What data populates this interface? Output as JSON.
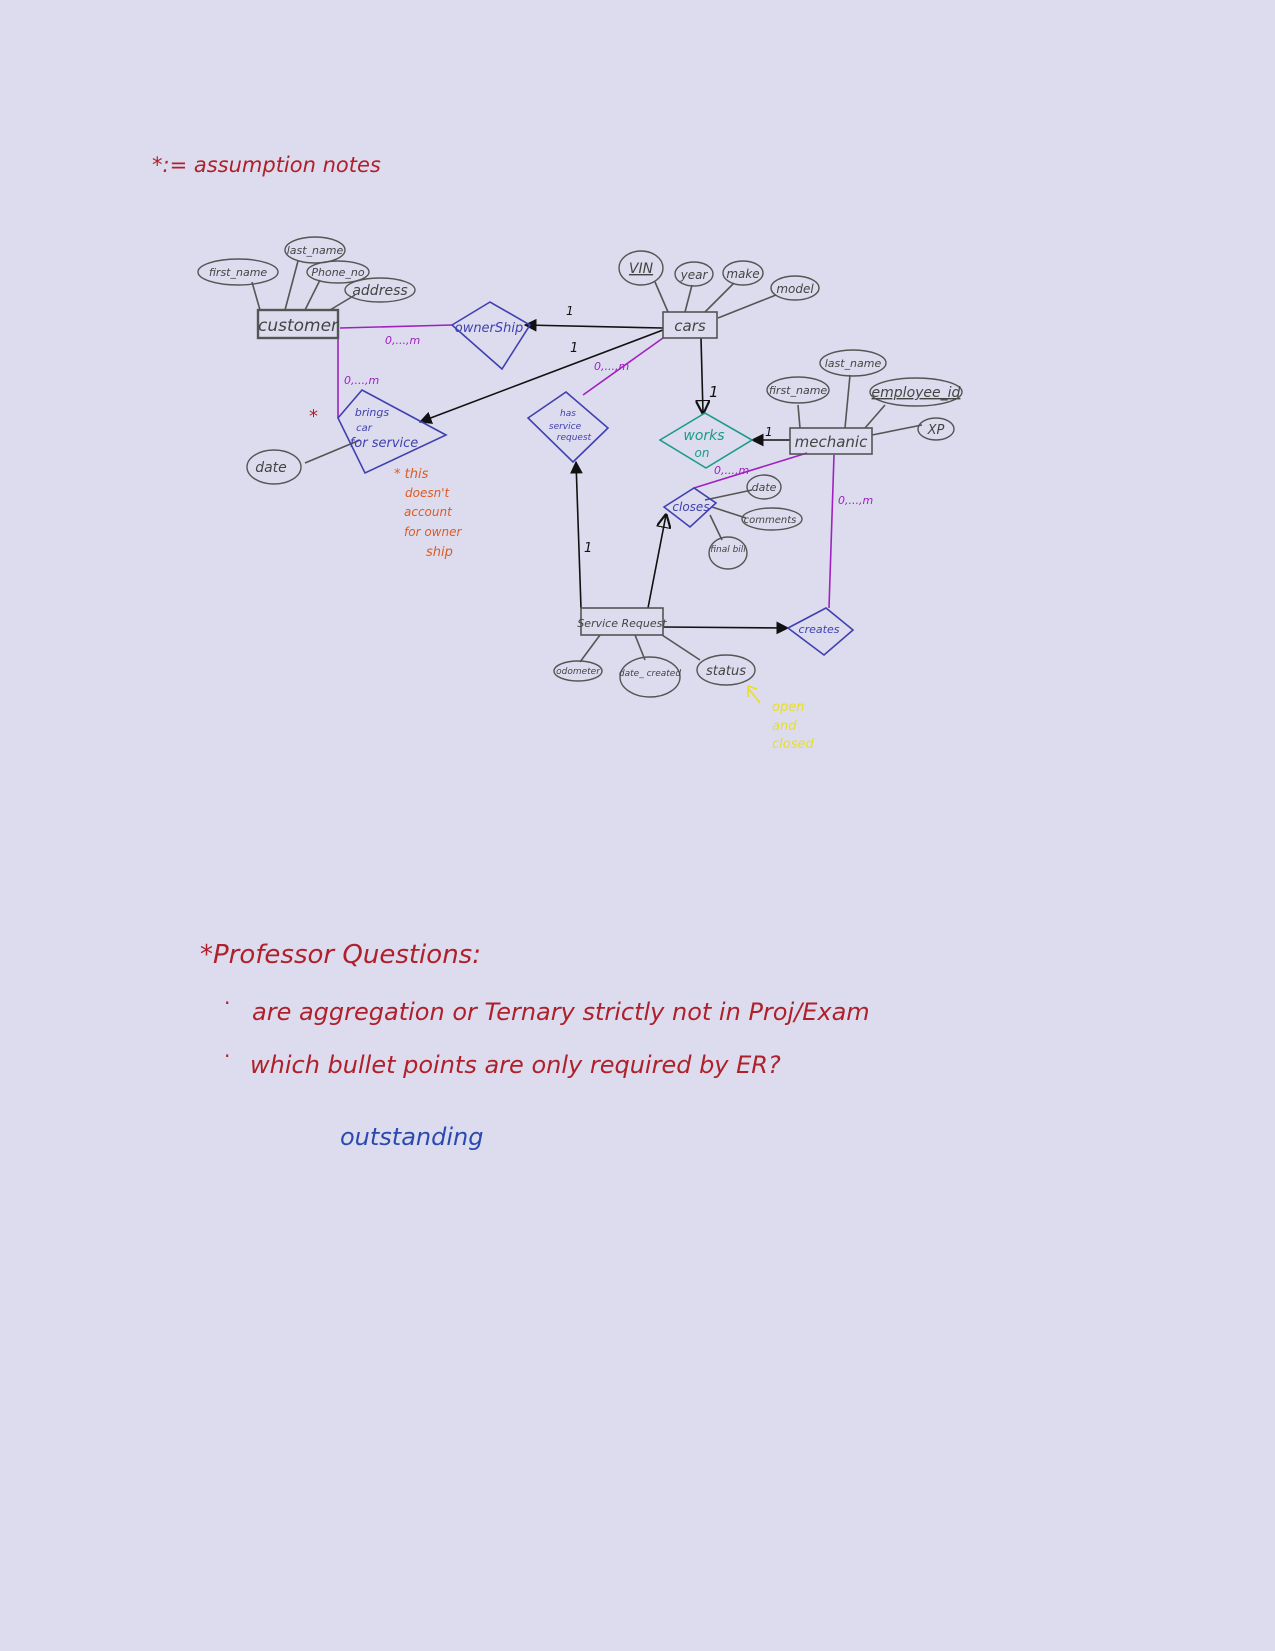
{
  "header_note": "*:= assumption notes",
  "entities": {
    "customer": "customer",
    "cars": "cars",
    "mechanic": "mechanic",
    "service_request": "Service Request"
  },
  "relationships": {
    "ownership": "ownerShip",
    "brings_car": [
      "brings",
      "car",
      "for service"
    ],
    "has_service_request": [
      "has",
      "service",
      "request"
    ],
    "works_on": [
      "works",
      "on"
    ],
    "closes": "closes",
    "creates": "creates"
  },
  "attributes": {
    "customer": [
      "first_name",
      "last_name",
      "Phone_no",
      "address"
    ],
    "cars": [
      "VIN",
      "year",
      "make",
      "model"
    ],
    "mechanic": [
      "first_name",
      "last_name",
      "employee_id",
      "XP"
    ],
    "brings": [
      "date"
    ],
    "closes": [
      "date",
      "comments",
      "final bill"
    ],
    "service_request": [
      "odometer",
      "date_ \n created",
      "status"
    ]
  },
  "cardinalities": {
    "customer_ownership": "0,...,m",
    "cars_ownership": "1",
    "customer_brings": "0,...,m",
    "cars_brings": "1",
    "cars_has": "0,...,m",
    "cars_works": "1",
    "mechanic_works": "1",
    "mechanic_closes": "0,...,m",
    "mechanic_creates": "0,...,m",
    "sr_has": "1"
  },
  "notes": {
    "star": "*",
    "brings_note": [
      "* this",
      "doesn't",
      "account",
      "for owner",
      "ship"
    ],
    "status_note": [
      "open",
      "and",
      "closed"
    ]
  },
  "questions": {
    "title": "*Professor Questions:",
    "items": [
      "are aggregation or Ternary strictly not in Proj/Exam",
      "which bullet points are only required by ER?"
    ],
    "handwritten": "outstanding"
  },
  "colors": {
    "background": "#dcdcee",
    "note_red": "#b0202a",
    "relationship_blue": "#4040b0",
    "participation_purple": "#a020c0",
    "works_on_teal": "#1a9a8a",
    "orange_note": "#e05a20",
    "yellow_note": "#e8e020",
    "outstanding_blue": "#2a4ab0"
  }
}
